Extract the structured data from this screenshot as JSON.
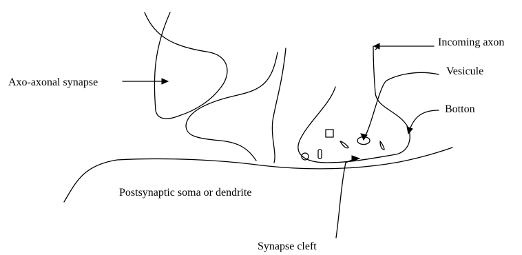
{
  "labels": {
    "axo_axonal_synapse": "Axo-axonal synapse",
    "incoming_axon": "Incoming axon",
    "vesicule": "Vesicule",
    "botton": "Botton",
    "postsynaptic": "Postsynaptic soma or dendrite",
    "synapse_cleft": "Synapse cleft"
  }
}
